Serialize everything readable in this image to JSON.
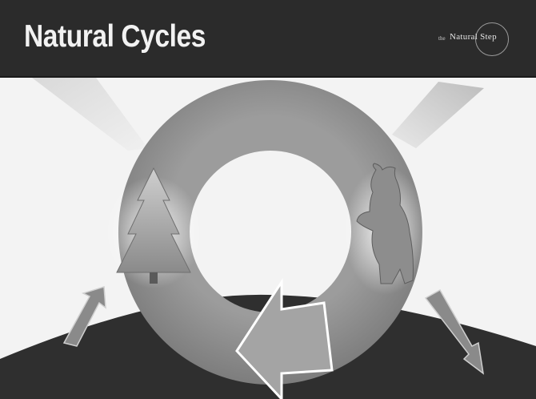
{
  "header": {
    "title": "Natural Cycles",
    "logo_small": "the",
    "logo_main": "Natural Step"
  },
  "icons": {
    "tree": "evergreen-tree-icon",
    "bear": "standing-bear-icon"
  },
  "colors": {
    "header_bg": "#2b2b2b",
    "title": "#f2f2f2",
    "ring": "#8f8f8f",
    "ground": "#2f2f2f",
    "sky": "#f3f3f3"
  }
}
